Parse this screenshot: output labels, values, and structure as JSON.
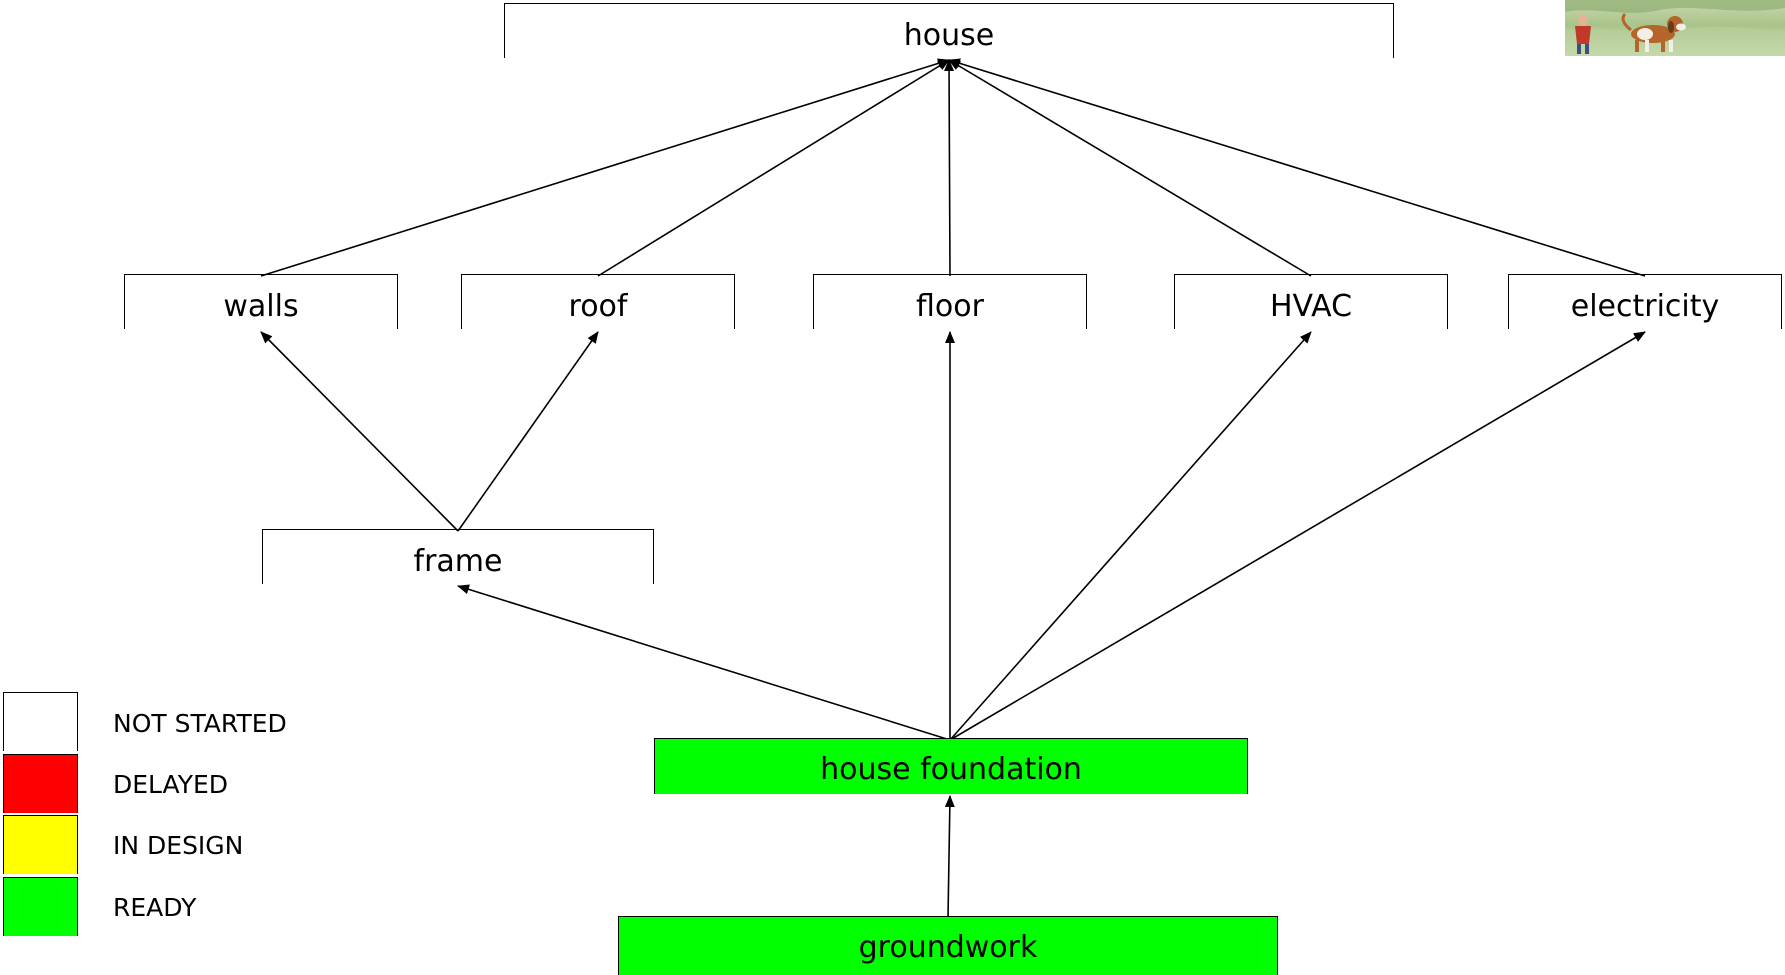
{
  "nodes": {
    "house": {
      "label": "house",
      "status": "not_started"
    },
    "walls": {
      "label": "walls",
      "status": "not_started"
    },
    "roof": {
      "label": "roof",
      "status": "not_started"
    },
    "floor": {
      "label": "floor",
      "status": "not_started"
    },
    "hvac": {
      "label": "HVAC",
      "status": "not_started"
    },
    "electricity": {
      "label": "electricity",
      "status": "not_started"
    },
    "frame": {
      "label": "frame",
      "status": "not_started"
    },
    "house_foundation": {
      "label": "house foundation",
      "status": "ready"
    },
    "groundwork": {
      "label": "groundwork",
      "status": "ready"
    }
  },
  "edges": [
    {
      "from": "walls",
      "to": "house"
    },
    {
      "from": "roof",
      "to": "house"
    },
    {
      "from": "floor",
      "to": "house"
    },
    {
      "from": "hvac",
      "to": "house"
    },
    {
      "from": "electricity",
      "to": "house"
    },
    {
      "from": "frame",
      "to": "walls"
    },
    {
      "from": "frame",
      "to": "roof"
    },
    {
      "from": "house_foundation",
      "to": "frame"
    },
    {
      "from": "house_foundation",
      "to": "floor"
    },
    {
      "from": "house_foundation",
      "to": "hvac"
    },
    {
      "from": "house_foundation",
      "to": "electricity"
    },
    {
      "from": "groundwork",
      "to": "house_foundation"
    }
  ],
  "legend": [
    {
      "label": "NOT STARTED",
      "color": "#ffffff"
    },
    {
      "label": "DELAYED",
      "color": "#ff0000"
    },
    {
      "label": "IN DESIGN",
      "color": "#ffff00"
    },
    {
      "label": "READY",
      "color": "#00ff00"
    }
  ],
  "colors": {
    "not_started": "#ffffff",
    "ready": "#00ff00"
  },
  "decor": {
    "photo": "watercolor-dog-illustration"
  }
}
